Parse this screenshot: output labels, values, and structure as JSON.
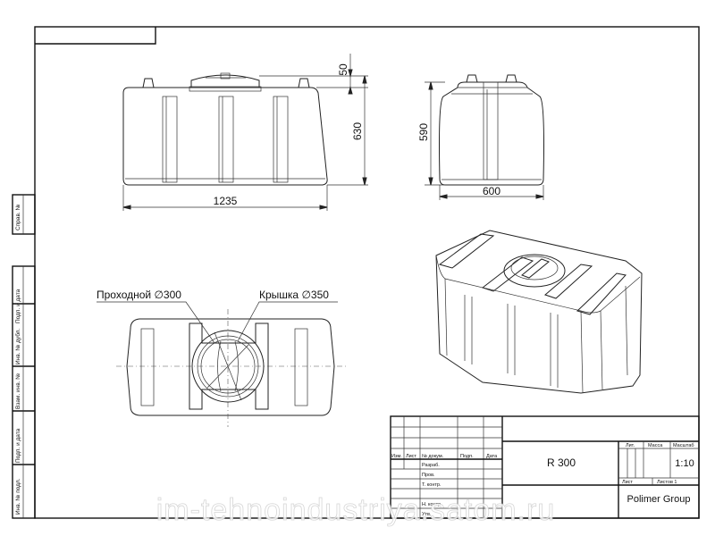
{
  "side_stamps": {
    "sprav": "Справ. №",
    "podp1": "Подп. и дата",
    "inv_dubl": "Инв. № дубл.",
    "vzam": "Взам. инв. №",
    "podp2": "Подп. и дата",
    "inv_podl": "Инв. № подл."
  },
  "dimensions": {
    "length": "1235",
    "height": "630",
    "lid_height": "50",
    "side_height": "590",
    "width": "600"
  },
  "callouts": {
    "manhole": "Проходной ∅300",
    "lid": "Крышка ∅350"
  },
  "title_block": {
    "headers": [
      "Изм.",
      "Лист",
      "№ докум.",
      "Подп.",
      "Дата"
    ],
    "rows": [
      "Разраб.",
      "Пров.",
      "Т. контр.",
      "",
      "Н. контр.",
      "Утв."
    ],
    "designation": "R 300",
    "lit_label": "Лит.",
    "mass_label": "Масса",
    "scale_label": "Масштаб",
    "scale": "1:10",
    "sheet_label": "Лист",
    "sheets_label": "Листов 1",
    "company": "Polimer Group"
  },
  "watermark": "im-tehnoindustriya.satom.ru"
}
